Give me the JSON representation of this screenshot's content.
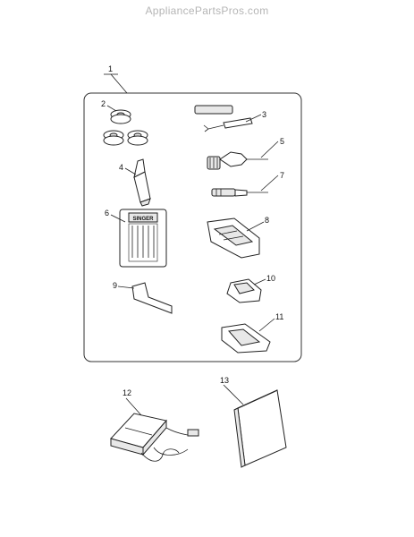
{
  "watermark": "AppliancePartsPros.com",
  "brand_on_needle_pack": "SINGER",
  "callouts": {
    "c1": "1",
    "c2": "2",
    "c3": "3",
    "c4": "4",
    "c5": "5",
    "c6": "6",
    "c7": "7",
    "c8": "8",
    "c9": "9",
    "c10": "10",
    "c11": "11",
    "c12": "12",
    "c13": "13"
  }
}
